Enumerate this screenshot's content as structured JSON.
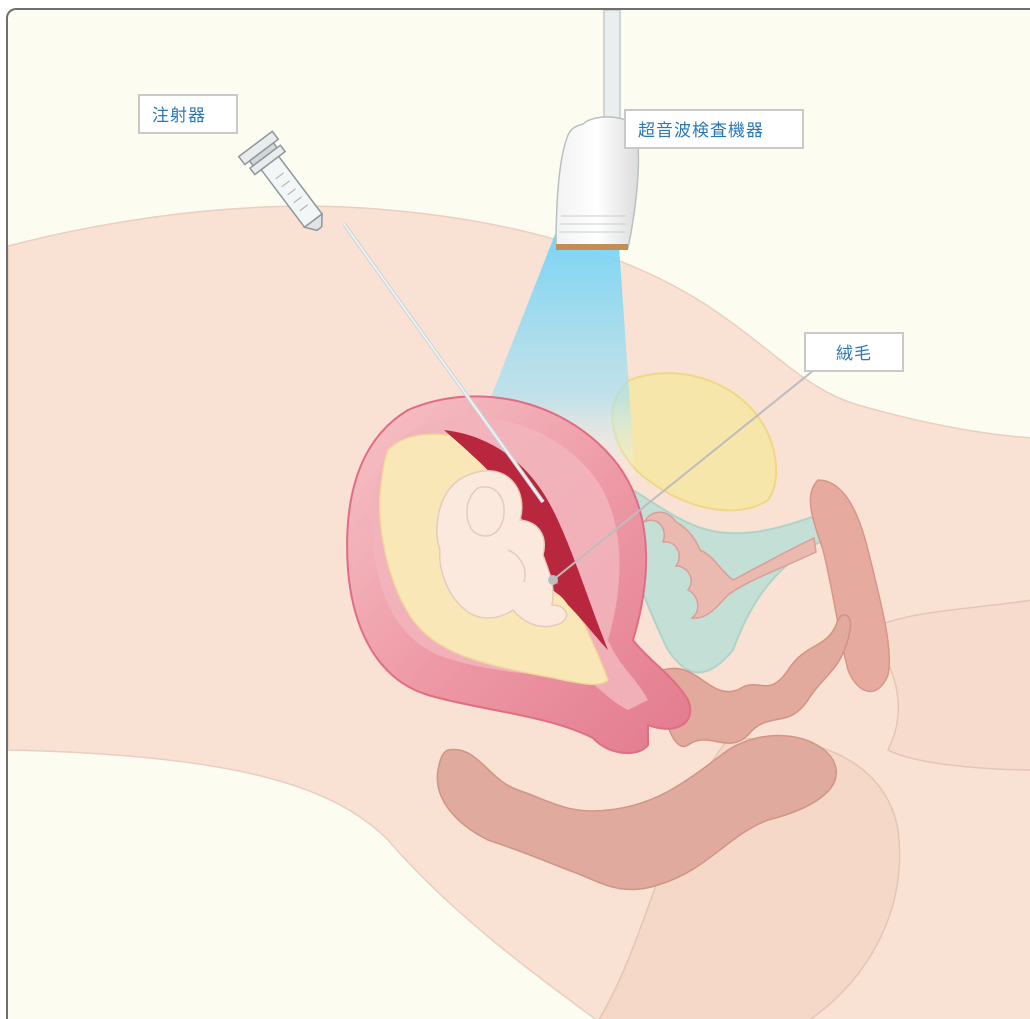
{
  "labels": {
    "syringe": "注射器",
    "ultrasound": "超音波検査機器",
    "villi": "絨毛"
  },
  "colors": {
    "background": "#fdfcf0",
    "skin": "#f9e1d3",
    "uterus": "#e9869a",
    "label_text": "#2a78b8",
    "ultrasound_beam": "#7fd7f5"
  }
}
